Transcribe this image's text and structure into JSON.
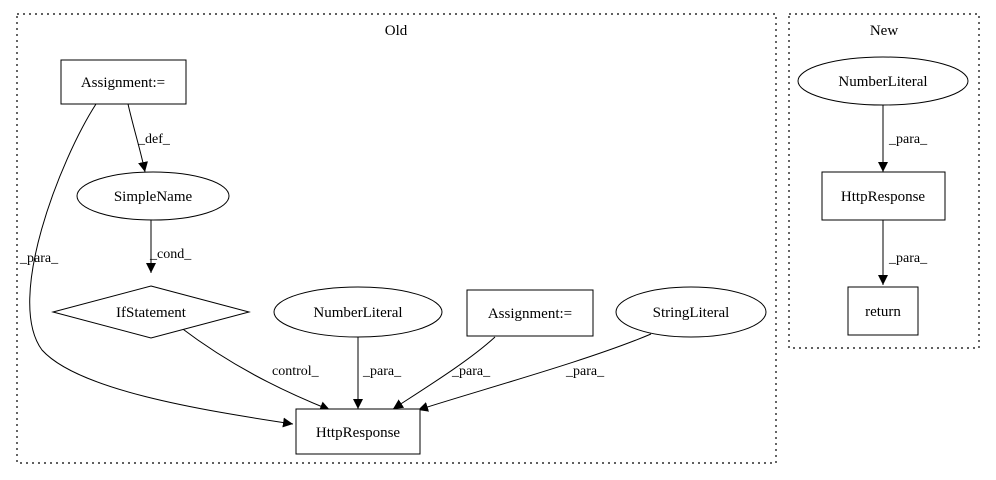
{
  "clusters": {
    "old": {
      "label": "Old"
    },
    "new": {
      "label": "New"
    }
  },
  "nodes": {
    "old_assignment_top": {
      "label": "Assignment:=",
      "shape": "box"
    },
    "old_simplename": {
      "label": "SimpleName",
      "shape": "ellipse"
    },
    "old_ifstatement": {
      "label": "IfStatement",
      "shape": "diamond"
    },
    "old_numberliteral": {
      "label": "NumberLiteral",
      "shape": "ellipse"
    },
    "old_assignment_mid": {
      "label": "Assignment:=",
      "shape": "box"
    },
    "old_stringliteral": {
      "label": "StringLiteral",
      "shape": "ellipse"
    },
    "old_httpresponse": {
      "label": "HttpResponse",
      "shape": "box"
    },
    "new_numberliteral": {
      "label": "NumberLiteral",
      "shape": "ellipse"
    },
    "new_httpresponse": {
      "label": "HttpResponse",
      "shape": "box"
    },
    "new_return": {
      "label": "return",
      "shape": "box"
    }
  },
  "edges": {
    "def": {
      "from": "old_assignment_top",
      "to": "old_simplename",
      "label": "_def_"
    },
    "para_assign_http": {
      "from": "old_assignment_top",
      "to": "old_httpresponse",
      "label": "_para_"
    },
    "cond": {
      "from": "old_simplename",
      "to": "old_ifstatement",
      "label": "_cond_"
    },
    "control": {
      "from": "old_ifstatement",
      "to": "old_httpresponse",
      "label": "control_"
    },
    "para_num_http": {
      "from": "old_numberliteral",
      "to": "old_httpresponse",
      "label": "_para_"
    },
    "para_assign2_http": {
      "from": "old_assignment_mid",
      "to": "old_httpresponse",
      "label": "_para_"
    },
    "para_str_http": {
      "from": "old_stringliteral",
      "to": "old_httpresponse",
      "label": "_para_"
    },
    "new_para_num_http": {
      "from": "new_numberliteral",
      "to": "new_httpresponse",
      "label": "_para_"
    },
    "new_para_http_return": {
      "from": "new_httpresponse",
      "to": "new_return",
      "label": "_para_"
    }
  }
}
